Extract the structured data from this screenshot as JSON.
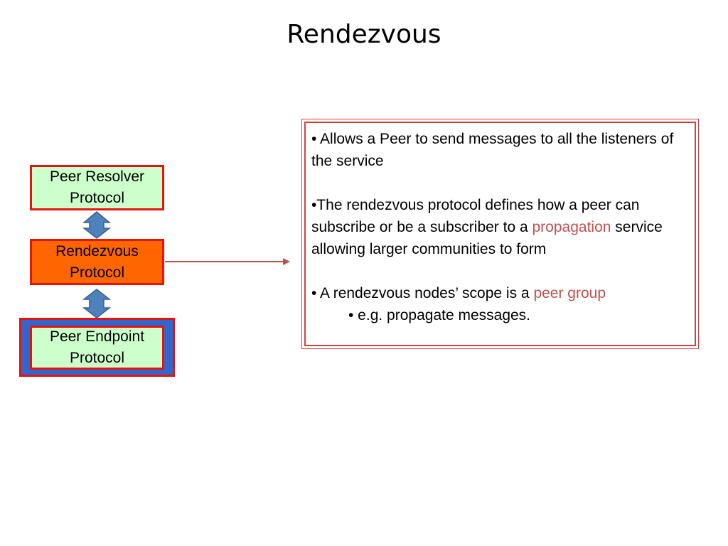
{
  "title": "Rendezvous",
  "stack": {
    "resolver": [
      "Peer Resolver",
      "Protocol"
    ],
    "rendezvous": [
      "Rendezvous",
      "Protocol"
    ],
    "endpoint": [
      "Peer Endpoint",
      "Protocol"
    ]
  },
  "info": {
    "b1": "• Allows a Peer to send messages to all the listeners of the service",
    "b2_pre": "•The rendezvous protocol defines how a peer can subscribe or be a subscriber to a ",
    "b2_red": "propagation",
    "b2_post": " service allowing larger communities to form",
    "b3_pre": "• A rendezvous nodes’ scope is a ",
    "b3_red": "peer group",
    "b4": "• e.g. propagate messages."
  },
  "colors": {
    "border_red": "#e8140c",
    "green_fill": "#ccffcc",
    "orange_fill": "#ff6600",
    "blue_fill": "#3366cc",
    "arrow_blue": "#4f81bd",
    "text_red": "#c0504d"
  }
}
